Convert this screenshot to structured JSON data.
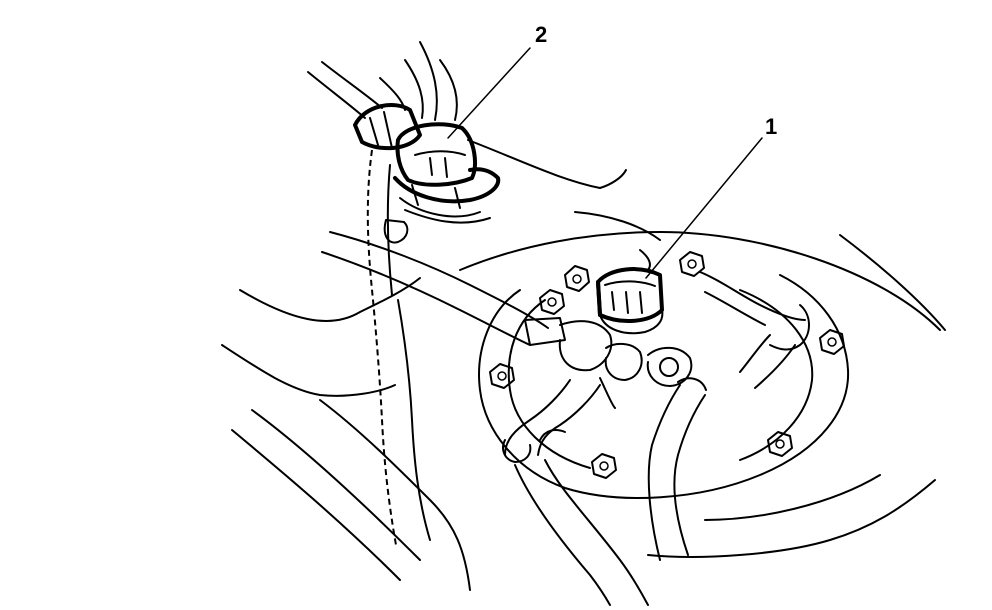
{
  "callouts": [
    {
      "number": "1",
      "part": "fuel-pump-connector"
    },
    {
      "number": "2",
      "part": "sensor-connector"
    }
  ],
  "colors": {
    "ink": "#000000",
    "background": "#ffffff"
  }
}
